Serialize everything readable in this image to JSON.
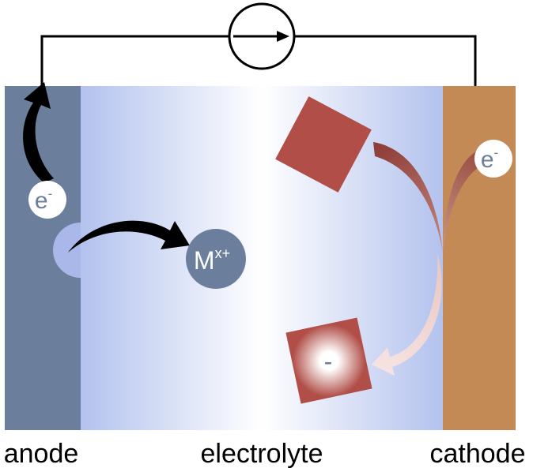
{
  "labels": {
    "anode": "anode",
    "electrolyte": "electrolyte",
    "cathode": "cathode"
  },
  "particles": {
    "electron_anode": {
      "base": "e",
      "sup": "-"
    },
    "electron_cathode": {
      "base": "e",
      "sup": "-"
    },
    "metal_ion": {
      "base": "M",
      "sup": "x+"
    },
    "anion_charge": "-"
  },
  "colors": {
    "anode": "#6b7f9c",
    "cathode": "#c48a55",
    "electrolyte_edge": "#b3c2ee",
    "molecule": "#b14e47",
    "arrow": "#000000",
    "metal_ion_fill": "#6b7f9c",
    "pit": "#a9b8e9"
  }
}
